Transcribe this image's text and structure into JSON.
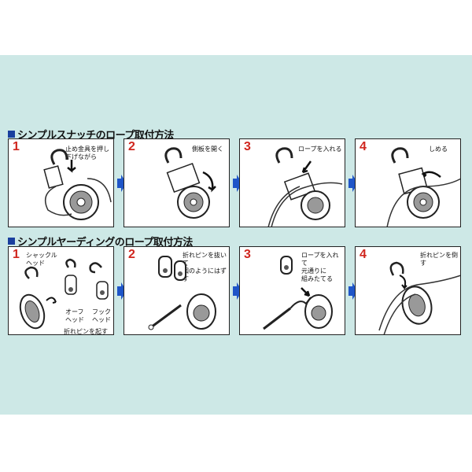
{
  "sections": [
    {
      "title": "シンプルスナッチのロープ取付方法",
      "steps": [
        {
          "num": "1",
          "caption": "止め金具を押し\n下げながら"
        },
        {
          "num": "2",
          "caption": "側板を開く"
        },
        {
          "num": "3",
          "caption": "ロープを入れる"
        },
        {
          "num": "4",
          "caption": "しめる"
        }
      ]
    },
    {
      "title": "シンプルヤーディングのロープ取付方法",
      "steps": [
        {
          "num": "1",
          "caption": "シャックル\nヘッド",
          "caption2": "オーフ\nヘッド",
          "caption3": "フック\nヘッド",
          "caption4": "折れピンを起す"
        },
        {
          "num": "2",
          "caption": "折れピンを抜いて\n図のようにはずす"
        },
        {
          "num": "3",
          "caption": "ロープを入れて\n元通りに\n組みたてる"
        },
        {
          "num": "4",
          "caption": "折れピンを倒す"
        }
      ]
    }
  ],
  "colors": {
    "band": "#cde8e6",
    "step_number": "#d0261e",
    "arrow": "#1f55c8",
    "title_square": "#1a3f9e"
  }
}
